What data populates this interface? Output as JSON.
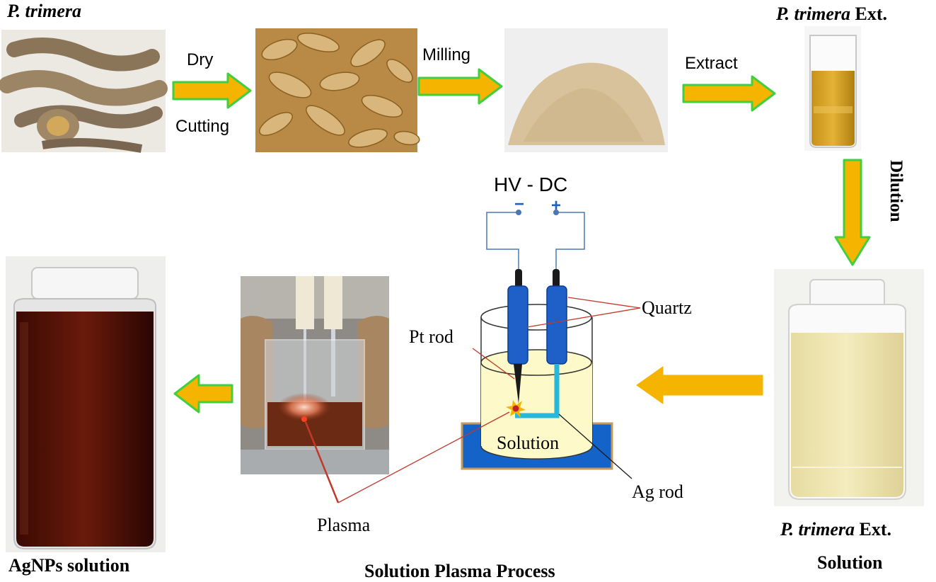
{
  "labels": {
    "species_prefix": "P. trimera",
    "ext_prefix": "P. trimera",
    "ext_suffix": " Ext.",
    "dry": "Dry",
    "cutting": "Cutting",
    "milling": "Milling",
    "extract": "Extract",
    "dilution": "Dilution",
    "hv_dc": "HV - DC",
    "minus": "−",
    "plus": "+",
    "quartz": "Quartz",
    "pt_rod": "Pt rod",
    "solution": "Solution",
    "ag_rod": "Ag rod",
    "plasma": "Plasma",
    "ext_solution_line1_prefix": "P. trimera",
    "ext_solution_line1_suffix": " Ext.",
    "ext_solution_line2": "Solution",
    "agnps": "AgNPs solution",
    "process_title": "Solution Plasma Process"
  },
  "colors": {
    "arrow_fill": "#f5b400",
    "arrow_stroke": "#3fcf3f",
    "electrode": "#1e5fc8",
    "ag_rod": "#27b7d9",
    "solution_fill": "#fdf9c8",
    "base": "#1463c8",
    "base_border": "#c89a5a",
    "leader": "#c0392b",
    "wire": "#4a78b5"
  }
}
